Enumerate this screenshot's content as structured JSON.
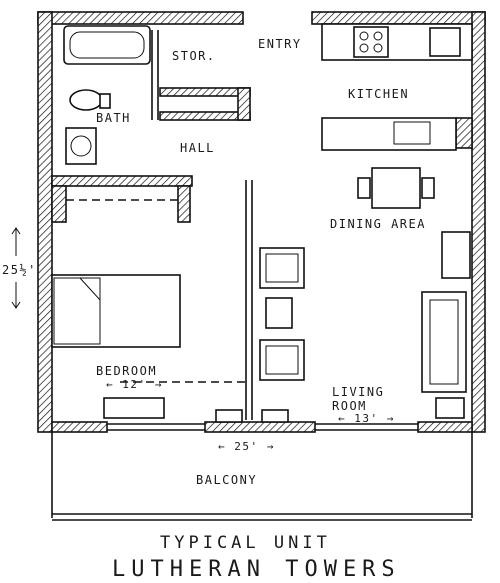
{
  "rooms": {
    "storage": "STOR.",
    "entry": "ENTRY",
    "kitchen": "KITCHEN",
    "bath": "BATH",
    "hall": "HALL",
    "dining": "DINING AREA",
    "bedroom": "BEDROOM",
    "living_line1": "LIVING",
    "living_line2": "ROOM",
    "balcony": "BALCONY"
  },
  "dimensions": {
    "depth": "25½'",
    "bedroom_width": "← 12' →",
    "living_width": "← 13' →",
    "unit_width": "← 25' →"
  },
  "title": {
    "line1": "TYPICAL UNIT",
    "line2": "LUTHERAN TOWERS"
  }
}
